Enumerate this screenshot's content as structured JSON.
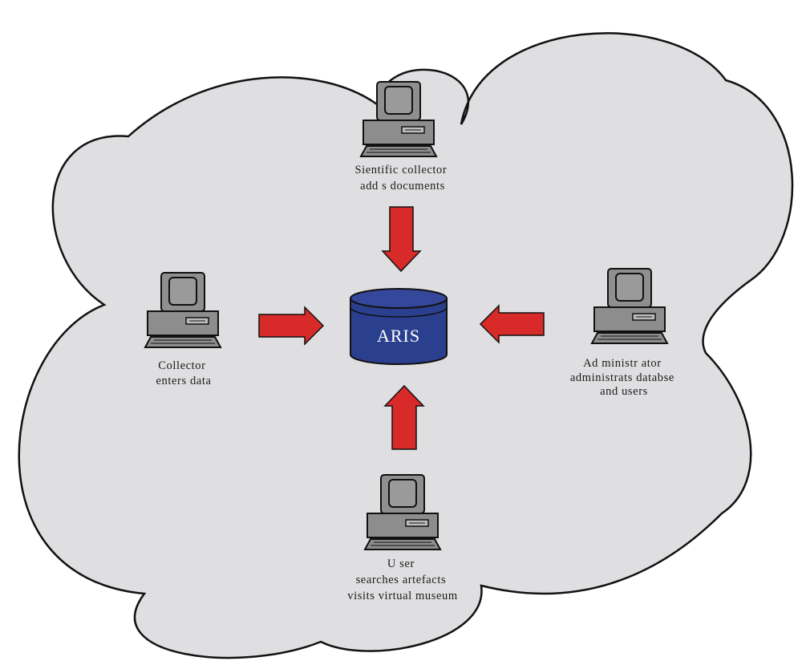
{
  "colors": {
    "cloud_fill": "#dfdfe1",
    "cloud_stroke": "#111111",
    "arrow_fill": "#d92a2a",
    "database_fill": "#2b3f8f",
    "computer_fill": "#8d8d8d"
  },
  "database": {
    "label": "ARIS",
    "icon": "database-cylinder-icon"
  },
  "nodes": {
    "top": {
      "icon": "computer-icon",
      "lines": [
        "Sientific collector",
        "add s documents"
      ]
    },
    "left": {
      "icon": "computer-icon",
      "lines": [
        "Collector",
        "enters data"
      ]
    },
    "right": {
      "icon": "computer-icon",
      "lines": [
        "Ad ministr ator",
        "administrats databse",
        "and users"
      ]
    },
    "bottom": {
      "icon": "computer-icon",
      "lines": [
        "U ser",
        "searches artefacts",
        "visits virtual museum"
      ]
    }
  },
  "arrows": [
    "arrow-icon",
    "arrow-icon",
    "arrow-icon",
    "arrow-icon"
  ]
}
